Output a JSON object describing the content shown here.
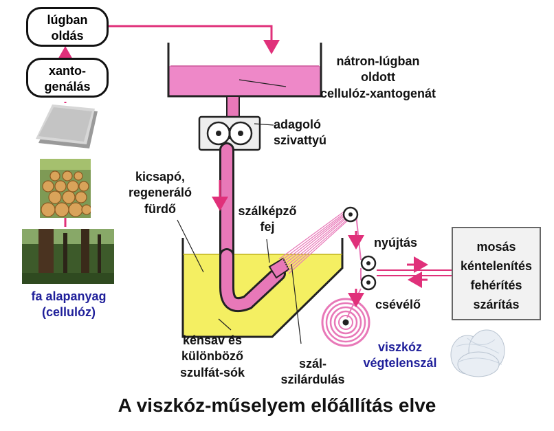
{
  "title": "A viszkóz-műselyem előállítás elve",
  "raw_material": {
    "line1": "fa alapanyag",
    "line2": "(cellulóz)"
  },
  "ovals": {
    "dissolve": {
      "line1": "lúgban",
      "line2": "oldás"
    },
    "xanthate": {
      "line1": "xanto-",
      "line2": "genálás"
    }
  },
  "labels": {
    "tank": [
      "nátron-lúgban",
      "oldott",
      "cellulóz-xantogenát"
    ],
    "pump": [
      "adagoló",
      "szivattyú"
    ],
    "bath": [
      "kicsapó,",
      "regeneráló",
      "fürdő"
    ],
    "spinneret": [
      "szálképző",
      "fej"
    ],
    "stretch": "nyújtás",
    "reel": "csévélő",
    "acids": [
      "kénsav és",
      "különböző",
      "szulfát-sók"
    ],
    "solidify": [
      "szál-",
      "szilárdulás"
    ],
    "product": [
      "viszkóz",
      "végtelenszál"
    ]
  },
  "process_box": [
    "mosás",
    "kéntelenítés",
    "fehérítés",
    "szárítás"
  ],
  "colors": {
    "arrow": "#e0307a",
    "solution": "#ee88c8",
    "bath": "#f4ef62",
    "pipe": "#e878b8",
    "title": "#111111",
    "raw_label": "#1f1f9a"
  },
  "icons": [
    "paper-sheets-icon",
    "log-pile-icon",
    "forest-icon",
    "gear-pump-icon",
    "fiber-bundle-icon"
  ]
}
